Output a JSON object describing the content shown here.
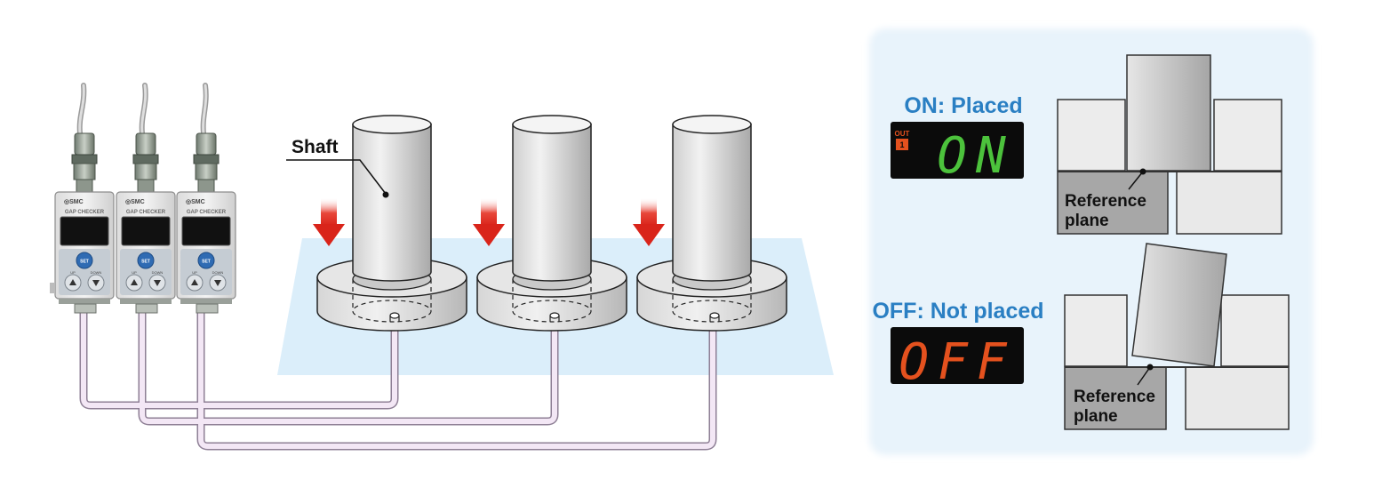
{
  "labels": {
    "shaft": "Shaft",
    "on_heading": "ON: Placed",
    "off_heading": "OFF: Not placed",
    "reference_plane_line1": "Reference",
    "reference_plane_line2": "plane"
  },
  "display": {
    "on_value": "ON",
    "off_value": "OFF",
    "out_indicator_top": "OUT",
    "out_indicator_num": "1"
  },
  "sensor": {
    "brand": "SMC",
    "model": "GAP CHECKER",
    "set_button": "SET",
    "up_label": "UP",
    "down_label": "DOWN"
  },
  "colors": {
    "heading_blue": "#2a7fc3",
    "on_green": "#4cc23c",
    "off_orange": "#e4511e",
    "panel_bg": "#e8f3fb",
    "tube_pink": "#efe3f3",
    "arrow_red": "#d9241a"
  }
}
